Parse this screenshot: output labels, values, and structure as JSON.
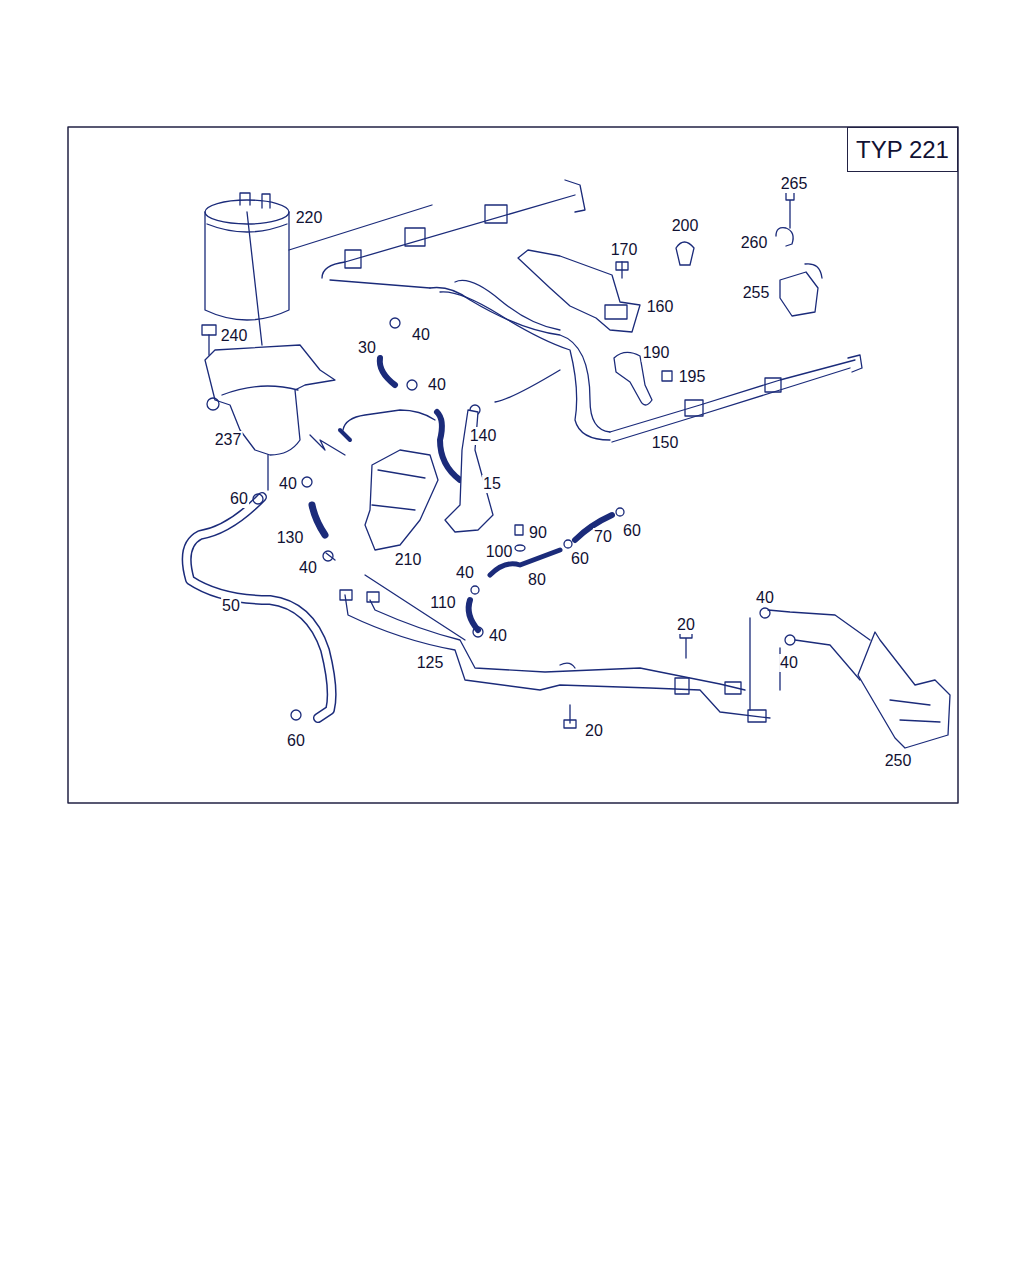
{
  "diagram": {
    "nodes": [
      {
        "text": [
          "TYP 221"
        ]
      }
    ],
    "labels": [
      "265",
      "220",
      "200",
      "260",
      "170",
      "255",
      "160",
      "240",
      "40",
      "30",
      "190",
      "40",
      "195",
      "140",
      "237",
      "150",
      "15",
      "40",
      "60",
      "90",
      "70",
      "60",
      "130",
      "100",
      "210",
      "60",
      "40",
      "80",
      "40",
      "50",
      "110",
      "40",
      "40",
      "20",
      "125",
      "40",
      "20",
      "60",
      "250"
    ]
  }
}
